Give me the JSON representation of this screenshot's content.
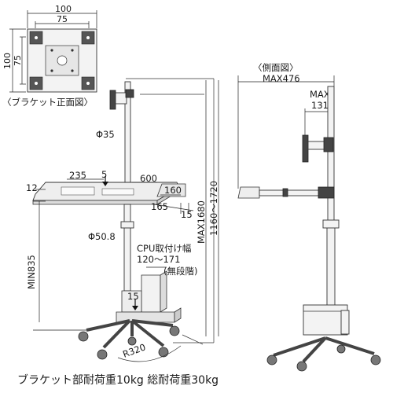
{
  "bracket": {
    "dim_w_outer": "100",
    "dim_w_inner": "75",
    "dim_h_outer": "100",
    "dim_h_inner": "75",
    "caption": "〈ブラケット正面図〉"
  },
  "front": {
    "pole_dia": "Φ35",
    "tray_w": "235",
    "tray_mark": "5",
    "tray_depth_left": "12",
    "kb_w": "600",
    "kb_d": "160",
    "kb_step": "165",
    "kb_edge": "15",
    "base_pole_dia": "Φ50.8",
    "cpu_label": "CPU取付け幅",
    "cpu_range": "120〜171",
    "cpu_note": "(無段階)",
    "cpu_mark": "15",
    "min_height": "MIN835",
    "max_height": "MAX1680",
    "adj_height": "1160〜1720",
    "radius": "R320"
  },
  "side": {
    "caption": "〈側面図〉",
    "max_w": "MAX476",
    "max_top": "MAX",
    "max_top_val": "131"
  },
  "footer": {
    "text": "ブラケット部耐荷重10kg  総耐荷重30kg"
  }
}
